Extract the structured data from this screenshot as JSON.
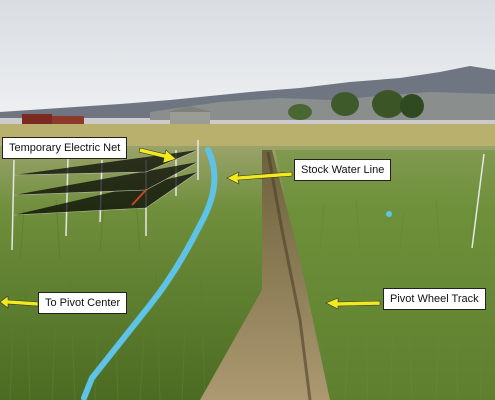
{
  "annotations": {
    "electric_net": "Temporary Electric Net",
    "water_line": "Stock Water Line",
    "pivot_center": "To Pivot Center",
    "wheel_track": "Pivot Wheel Track"
  },
  "colors": {
    "label_bg": "#ffffff",
    "arrow_fill": "#f2ea1c",
    "water_line": "#5fc3e8"
  },
  "icons": [
    "arrow-icon",
    "water-line-marker"
  ]
}
